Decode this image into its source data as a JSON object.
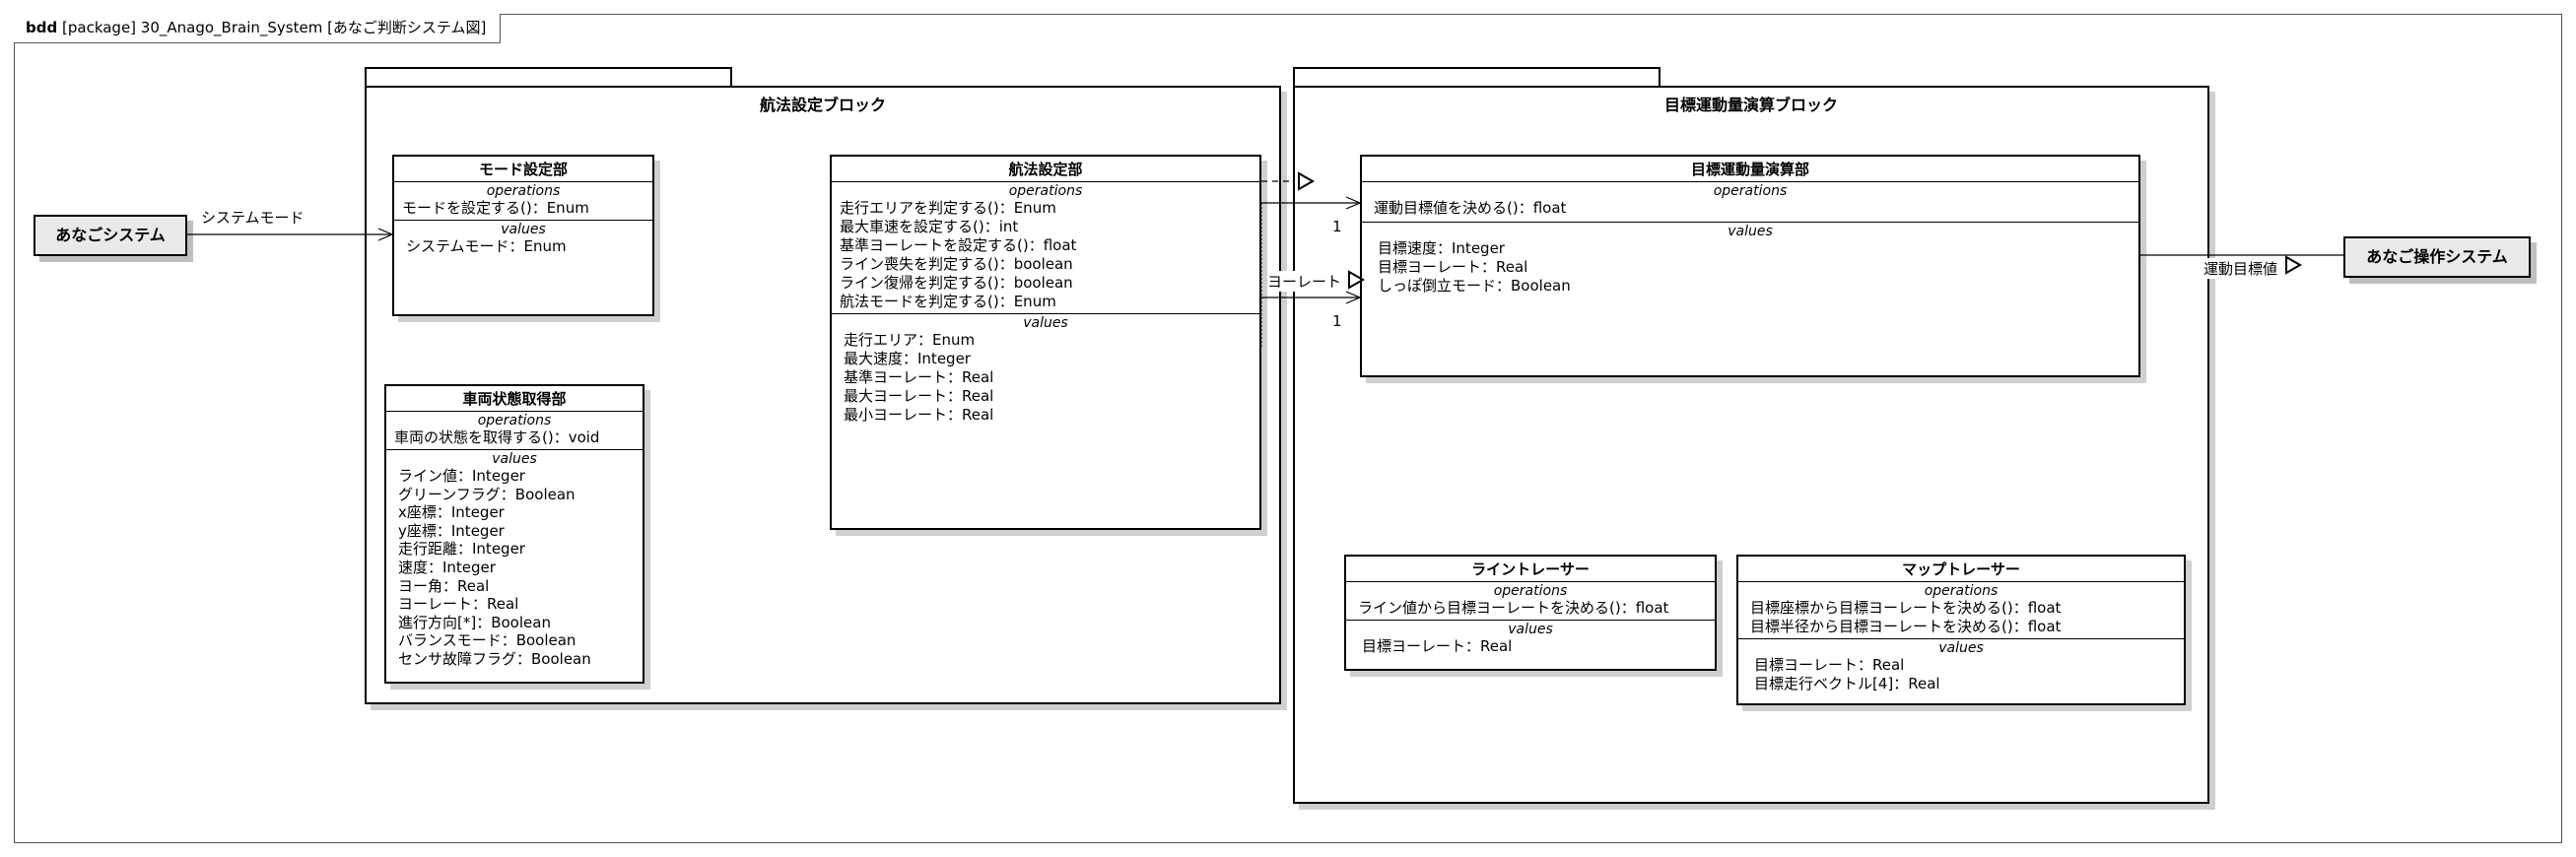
{
  "frame": {
    "kind": "bdd",
    "label": "[package] 30_Anago_Brain_System [あなご判断システム図]"
  },
  "packages": {
    "navigation": {
      "title": "航法設定ブロック"
    },
    "target": {
      "title": "目標運動量演算ブロック"
    }
  },
  "external": {
    "anago_system": "あなごシステム",
    "anago_control": "あなご操作システム"
  },
  "section_labels": {
    "operations": "operations",
    "values": "values"
  },
  "blocks": {
    "mode": {
      "title": "モード設定部",
      "operations": [
        "モードを設定する()：Enum"
      ],
      "values": [
        "システムモード：Enum"
      ]
    },
    "vehicle": {
      "title": "車両状態取得部",
      "operations": [
        "車両の状態を取得する()：void"
      ],
      "values": [
        "ライン値：Integer",
        "グリーンフラグ：Boolean",
        "x座標：Integer",
        "y座標：Integer",
        "走行距離：Integer",
        "速度：Integer",
        "ヨー角：Real",
        "ヨーレート：Real",
        "進行方向[*]：Boolean",
        "バランスモード：Boolean",
        "センサ故障フラグ：Boolean"
      ]
    },
    "navigation": {
      "title": "航法設定部",
      "operations": [
        "走行エリアを判定する()：Enum",
        "最大車速を設定する()：int",
        "基準ヨーレートを設定する()：float",
        "ライン喪失を判定する()：boolean",
        "ライン復帰を判定する()：boolean",
        "航法モードを判定する()：Enum"
      ],
      "values": [
        "走行エリア：Enum",
        "最大速度：Integer",
        "基準ヨーレート：Real",
        "最大ヨーレート：Real",
        "最小ヨーレート：Real"
      ]
    },
    "target": {
      "title": "目標運動量演算部",
      "operations": [
        "運動目標値を決める()：float"
      ],
      "values": [
        "目標速度：Integer",
        "目標ヨーレート：Real",
        "しっぽ倒立モード：Boolean"
      ]
    },
    "line_tracer": {
      "title": "ライントレーサー",
      "operations": [
        "ライン値から目標ヨーレートを決める()：float"
      ],
      "values": [
        "目標ヨーレート：Real"
      ]
    },
    "map_tracer": {
      "title": "マップトレーサー",
      "operations": [
        "目標座標から目標ヨーレートを決める()：float",
        "目標半径から目標ヨーレートを決める()：float"
      ],
      "values": [
        "目標ヨーレート：Real",
        "目標走行ベクトル[4]：Real"
      ]
    }
  },
  "connectors": {
    "system_mode": "システムモード",
    "yaw_rate": "ヨーレート",
    "target_value": "運動目標値",
    "mult_top": "1",
    "mult_bottom": "1"
  }
}
